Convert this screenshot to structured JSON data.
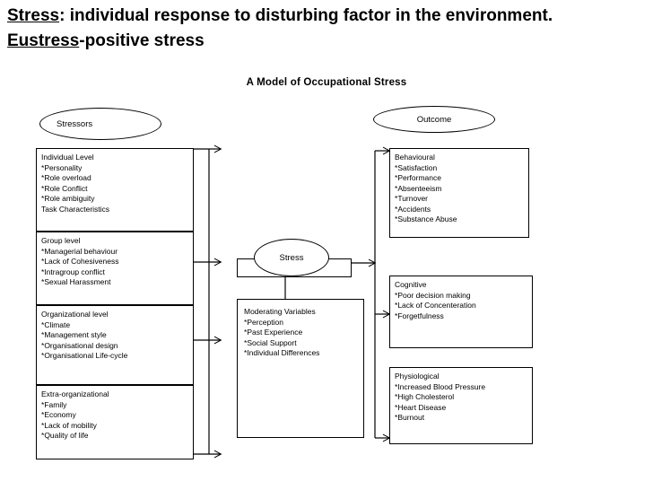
{
  "heading": {
    "line1_underlined": "Stress",
    "line1_rest": ": individual response to disturbing factor in the environment.",
    "line2_underlined": "Eustress",
    "line2_rest": "-positive stress"
  },
  "diagram": {
    "title": "A Model of Occupational Stress",
    "nodes": {
      "stressors_label": "Stressors",
      "outcome_label": "Outcome",
      "stress_label": "Stress"
    },
    "stressor_boxes": [
      {
        "id": "individual",
        "title": "Individual Level",
        "items": [
          "Personality",
          "Role overload",
          "Role Conflict",
          "Role ambiguity"
        ],
        "plain_items": [
          "Task Characteristics"
        ]
      },
      {
        "id": "group",
        "title": "Group level",
        "items": [
          "Managerial behaviour",
          "Lack of Cohesiveness",
          "Intragroup conflict",
          "Sexual Harassment"
        ],
        "plain_items": []
      },
      {
        "id": "organizational",
        "title": "Organizational level",
        "items": [
          "Climate",
          "Management style",
          "Organisational design",
          "Organisational Life-cycle"
        ],
        "plain_items": []
      },
      {
        "id": "extra",
        "title": "Extra-organizational",
        "items": [
          "Family",
          "Economy",
          "Lack of mobility",
          "Quality of life"
        ],
        "plain_items": []
      }
    ],
    "moderating_box": {
      "title": "Moderating Variables",
      "items": [
        "Perception",
        "Past Experience",
        "Social Support",
        "Individual Differences"
      ]
    },
    "outcome_boxes": [
      {
        "id": "behavioural",
        "title": "Behavioural",
        "items": [
          "Satisfaction",
          "Performance",
          "Absenteeism",
          "Turnover",
          "Accidents",
          "Substance Abuse"
        ]
      },
      {
        "id": "cognitive",
        "title": "Cognitive",
        "items": [
          "Poor decision making",
          "Lack of Concenteration",
          "Forgetfulness"
        ]
      },
      {
        "id": "physiological",
        "title": "Physiological",
        "items": [
          "Increased Blood Pressure",
          "High Cholesterol",
          "Heart Disease",
          "Burnout"
        ]
      }
    ]
  },
  "colors": {
    "stroke": "#000000",
    "background": "#ffffff",
    "text": "#000000"
  }
}
